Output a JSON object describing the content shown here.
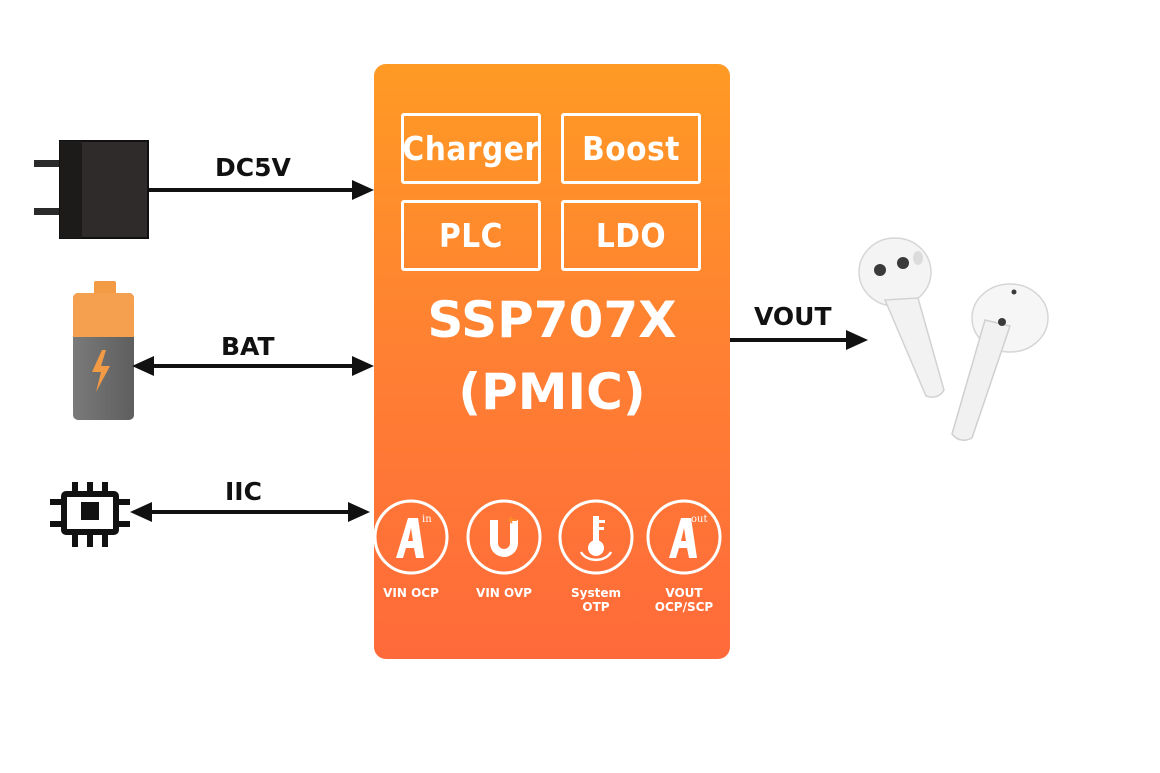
{
  "chip": {
    "blocks": [
      "Charger",
      "Boost",
      "PLC",
      "LDO"
    ],
    "title_line1": "SSP707X",
    "title_line2": "(PMIC)",
    "protections": [
      {
        "label": "VIN OCP",
        "icon": "ammeter-in-icon",
        "sup": "in"
      },
      {
        "label": "VIN OVP",
        "icon": "magnet-voltage-icon"
      },
      {
        "label": "System OTP",
        "icon": "thermometer-icon"
      },
      {
        "label": "VOUT OCP/SCP",
        "icon": "ammeter-out-icon",
        "sup": "out"
      }
    ],
    "colors": {
      "gradient_top": "#ff9a24",
      "gradient_bottom": "#ff6a3a",
      "text": "#ffffff"
    }
  },
  "connections": {
    "dc5v": "DC5V",
    "bat": "BAT",
    "iic": "IIC",
    "vout": "VOUT"
  },
  "devices": {
    "left": [
      "power-adapter-icon",
      "battery-icon",
      "microchip-icon"
    ],
    "right": "earbuds-image"
  }
}
